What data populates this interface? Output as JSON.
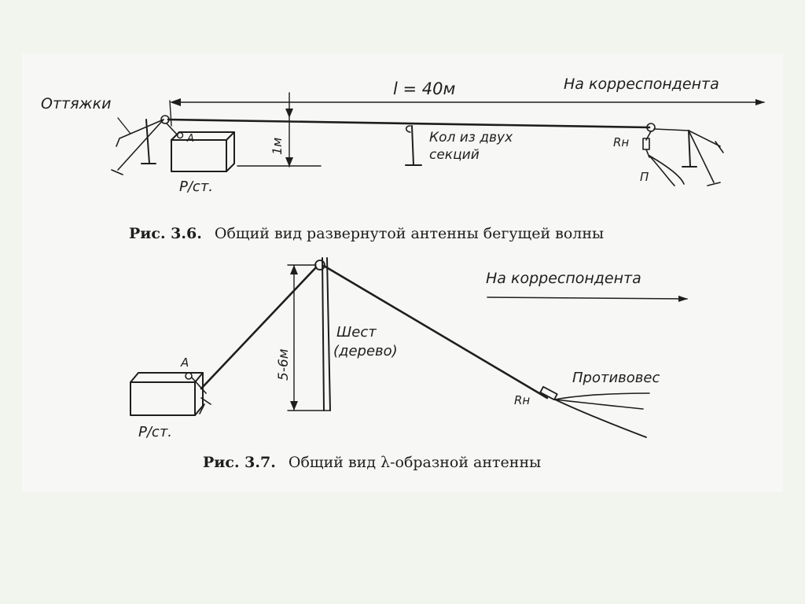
{
  "fig36": {
    "caption_num": "Рис. 3.6.",
    "caption_text": "Общий вид развернутой антенны бегущей волны",
    "length_label": "l = 40м",
    "direction_label": "На корреспондента",
    "guys_label": "Оттяжки",
    "height_label": "1м",
    "stake_label_1": "Кол из двух",
    "stake_label_2": "секций",
    "point_a": "А",
    "radio_label": "Р/ст.",
    "load_label": "Rн",
    "counterpoise_label": "П"
  },
  "fig37": {
    "caption_num": "Рис. 3.7.",
    "caption_text": "Общий вид λ-образной антенны",
    "direction_label": "На корреспондента",
    "height_label": "5-6м",
    "pole_label_1": "Шест",
    "pole_label_2": "(дерево)",
    "point_a": "А",
    "radio_label": "Р/ст.",
    "load_label": "Rн",
    "counterpoise_label": "Противовес"
  }
}
